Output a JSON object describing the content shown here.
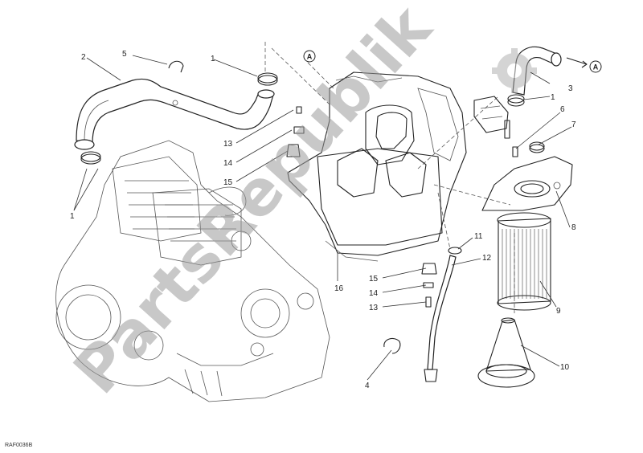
{
  "diagram": {
    "reference_code": "RAF0036B",
    "watermark_text": "PartsRepublik",
    "callouts": [
      {
        "id": "c1",
        "text": "1"
      },
      {
        "id": "c2",
        "text": "2"
      },
      {
        "id": "c3",
        "text": "3"
      },
      {
        "id": "c4",
        "text": "4"
      },
      {
        "id": "c5",
        "text": "5"
      },
      {
        "id": "c6",
        "text": "6"
      },
      {
        "id": "c7",
        "text": "7"
      },
      {
        "id": "c8",
        "text": "8"
      },
      {
        "id": "c9",
        "text": "9"
      },
      {
        "id": "c10",
        "text": "10"
      },
      {
        "id": "c11",
        "text": "11"
      },
      {
        "id": "c12",
        "text": "12"
      },
      {
        "id": "c13",
        "text": "13"
      },
      {
        "id": "c14",
        "text": "14"
      },
      {
        "id": "c15",
        "text": "15"
      },
      {
        "id": "c16",
        "text": "16"
      },
      {
        "id": "c1b",
        "text": "1"
      },
      {
        "id": "c1c",
        "text": "1"
      },
      {
        "id": "c13b",
        "text": "13"
      },
      {
        "id": "c14b",
        "text": "14"
      },
      {
        "id": "c15b",
        "text": "15"
      }
    ],
    "section_markers": [
      {
        "id": "a1",
        "text": "A"
      },
      {
        "id": "a2",
        "text": "A"
      }
    ]
  }
}
